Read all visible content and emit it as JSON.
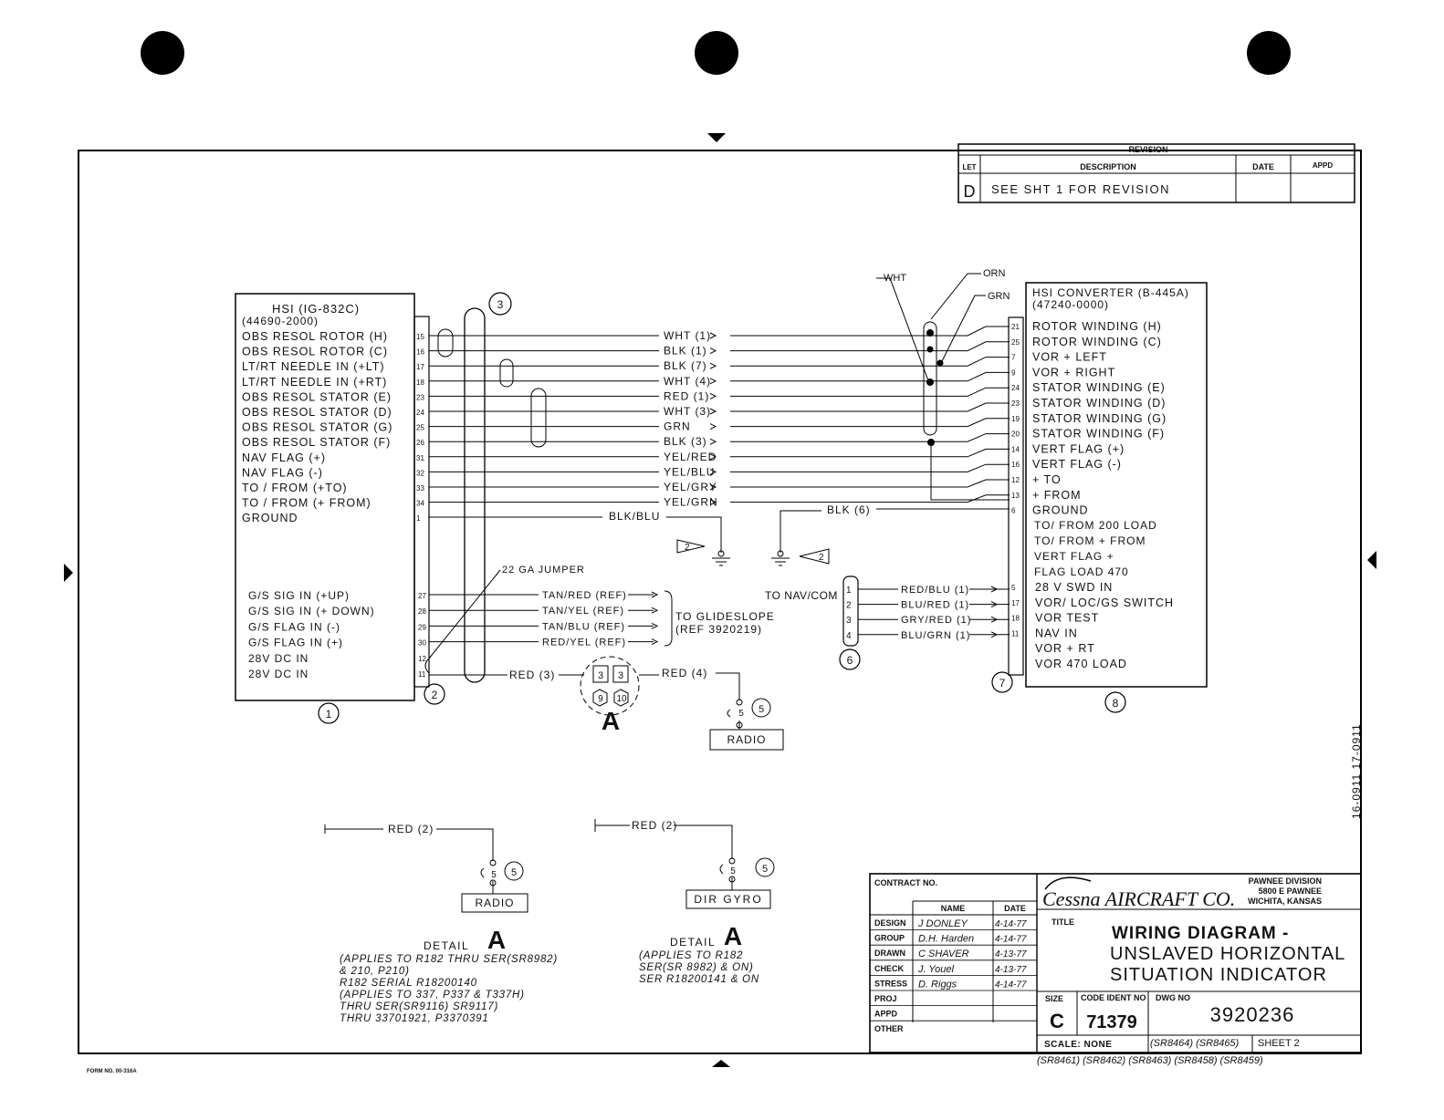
{
  "revision": {
    "header": "REVISION",
    "col_let": "LET",
    "col_description": "DESCRIPTION",
    "col_date": "DATE",
    "col_appd": "APPD",
    "letter": "D",
    "description": "SEE SHT 1 FOR REVISION"
  },
  "hsi": {
    "title": "HSI (IG-832C)",
    "part": "(44690-2000)",
    "index": "1",
    "connector_index": "2",
    "pins": [
      {
        "label": "OBS RESOL ROTOR (H)",
        "pin": "15"
      },
      {
        "label": "OBS RESOL ROTOR (C)",
        "pin": "16"
      },
      {
        "label": "LT/RT NEEDLE IN (+LT)",
        "pin": "17"
      },
      {
        "label": "LT/RT NEEDLE IN (+RT)",
        "pin": "18"
      },
      {
        "label": "OBS RESOL STATOR (E)",
        "pin": "23"
      },
      {
        "label": "OBS RESOL STATOR (D)",
        "pin": "24"
      },
      {
        "label": "OBS RESOL STATOR (G)",
        "pin": "25"
      },
      {
        "label": "OBS RESOL STATOR (F)",
        "pin": "26"
      },
      {
        "label": "NAV FLAG (+)",
        "pin": "31"
      },
      {
        "label": "NAV FLAG (-)",
        "pin": "32"
      },
      {
        "label": "TO / FROM (+TO)",
        "pin": "33"
      },
      {
        "label": "TO / FROM (+ FROM)",
        "pin": "34"
      },
      {
        "label": "GROUND",
        "pin": "1"
      }
    ],
    "gs_pins": [
      {
        "label": "G/S SIG IN (+UP)",
        "pin": "27"
      },
      {
        "label": "G/S SIG IN (+ DOWN)",
        "pin": "28"
      },
      {
        "label": "G/S FLAG IN (-)",
        "pin": "29"
      },
      {
        "label": "G/S FLAG IN (+)",
        "pin": "30"
      },
      {
        "label": "28V DC IN",
        "pin": "12"
      },
      {
        "label": "28V DC IN",
        "pin": "11"
      }
    ]
  },
  "wires": [
    "WHT (1)",
    "BLK (1)",
    "BLK (7)",
    "WHT (4)",
    "RED (1)",
    "WHT (3)",
    "GRN",
    "BLK (3)",
    "YEL/RED",
    "YEL/BLU",
    "YEL/GRY",
    "YEL/GRN"
  ],
  "gs_wires": [
    "TAN/RED (REF)",
    "TAN/YEL (REF)",
    "TAN/BLU (REF)",
    "RED/YEL (REF)"
  ],
  "navcom_wires": [
    "RED/BLU (1)",
    "BLU/RED (1)",
    "GRY/RED (1)",
    "BLU/GRN (1)"
  ],
  "navcom_pins": [
    "1",
    "2",
    "3",
    "4"
  ],
  "converter": {
    "title": "HSI CONVERTER (B-445A)",
    "part": "(47240-0000)",
    "index": "8",
    "connector_index": "7",
    "pins": [
      {
        "label": "ROTOR WINDING (H)",
        "pin": "21"
      },
      {
        "label": "ROTOR WINDING (C)",
        "pin": "25"
      },
      {
        "label": "VOR + LEFT",
        "pin": "7"
      },
      {
        "label": "VOR + RIGHT",
        "pin": "9"
      },
      {
        "label": "STATOR WINDING (E)",
        "pin": "24"
      },
      {
        "label": "STATOR WINDING (D)",
        "pin": "23"
      },
      {
        "label": "STATOR WINDING (G)",
        "pin": "19"
      },
      {
        "label": "STATOR WINDING (F)",
        "pin": "20"
      },
      {
        "label": "VERT FLAG (+)",
        "pin": "14"
      },
      {
        "label": "VERT FLAG (-)",
        "pin": "16"
      },
      {
        "label": "+ TO",
        "pin": "12"
      },
      {
        "label": "+ FROM",
        "pin": "13"
      },
      {
        "label": "GROUND",
        "pin": "6"
      }
    ],
    "unpinned": [
      "TO/ FROM 200 LOAD",
      "TO/ FROM + FROM",
      "VERT FLAG +",
      "FLAG LOAD 470"
    ],
    "lower_pins": [
      {
        "label": "28 V SWD IN",
        "pin": "5"
      },
      {
        "label": "VOR/ LOC/GS SWITCH",
        "pin": "17"
      },
      {
        "label": "VOR TEST",
        "pin": "18"
      },
      {
        "label": "NAV IN",
        "pin": "11"
      },
      {
        "label": "VOR + RT",
        "pin": ""
      },
      {
        "label": "VOR 470 LOAD",
        "pin": ""
      }
    ]
  },
  "labels": {
    "cable_ref": "3",
    "wht": "WHT",
    "orn": "ORN",
    "grn": "GRN",
    "blk_blu": "BLK/BLU",
    "blk6": "BLK (6)",
    "ground_ref": "2",
    "jumper": "22 GA JUMPER",
    "to_glideslope": "TO GLIDESLOPE",
    "glideslope_ref": "(REF 3920219)",
    "to_navcom": "TO NAV/COM",
    "navcom_index": "6",
    "red3": "RED (3)",
    "red4": "RED (4)",
    "plug_pins": [
      "3",
      "3",
      "9",
      "10"
    ],
    "plug_letter": "A",
    "radio": "RADIO",
    "fuse_pin": "5",
    "fuse_ref": "5",
    "side_note": "16-0911 17-0911"
  },
  "details": {
    "red2a": "RED (2)",
    "red2b": "RED (2)",
    "radio": "RADIO",
    "dir_gyro": "DIR GYRO",
    "detail_word": "DETAIL",
    "letter": "A",
    "notes_a": [
      "(APPLIES TO R182 THRU SER(SR8982)",
      "& 210, P210)",
      "R182 SERIAL R18200140",
      "(APPLIES TO 337, P337 & T337H)",
      "THRU SER(SR9116) SR9117)",
      "THRU 33701921, P3370391"
    ],
    "notes_b": [
      "(APPLIES TO R182",
      "SER(SR 8982) & ON)",
      "SER R18200141 & ON"
    ]
  },
  "title_block": {
    "contract": "CONTRACT NO.",
    "name_hdr": "NAME",
    "date_hdr": "DATE",
    "rows": [
      {
        "role": "DESIGN",
        "name": "J DONLEY",
        "date": "4-14-77"
      },
      {
        "role": "GROUP",
        "name": "D.H. Harden",
        "date": "4-14-77"
      },
      {
        "role": "DRAWN",
        "name": "C SHAVER",
        "date": "4-13-77"
      },
      {
        "role": "CHECK",
        "name": "J. Youel",
        "date": "4-13-77"
      },
      {
        "role": "STRESS",
        "name": "D. Riggs",
        "date": "4-14-77"
      },
      {
        "role": "PROJ",
        "name": "",
        "date": ""
      },
      {
        "role": "APPD",
        "name": "",
        "date": ""
      },
      {
        "role": "OTHER",
        "name": "",
        "date": ""
      }
    ],
    "company": "Cessna AIRCRAFT CO.",
    "division": "PAWNEE DIVISION",
    "address1": "5800 E PAWNEE",
    "address2": "WICHITA, KANSAS",
    "title_label": "TITLE",
    "title1": "WIRING DIAGRAM -",
    "title2": "UNSLAVED HORIZONTAL",
    "title3": "SITUATION INDICATOR",
    "size_label": "SIZE",
    "size": "C",
    "code_label": "CODE IDENT NO",
    "code": "71379",
    "dwg_label": "DWG NO",
    "dwg": "3920236",
    "scale": "SCALE: NONE",
    "effectivity": "(SR8464) (SR8465)",
    "sheet": "SHEET 2",
    "bottom_effectivity": "(SR8461) (SR8462) (SR8463) (SR8458) (SR8459)"
  },
  "form_no": "FORM NO. 00-316A"
}
